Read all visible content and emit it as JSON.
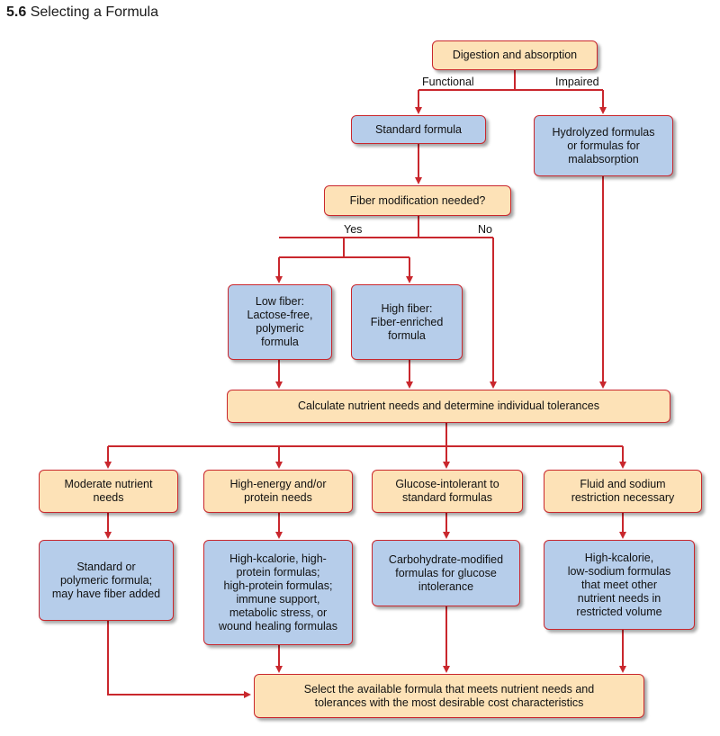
{
  "figure": {
    "number": "5.6",
    "title": "Selecting a Formula"
  },
  "colors": {
    "decision_fill": "#fde2b7",
    "formula_fill": "#b6cdea",
    "border_and_arrows": "#c9272d"
  },
  "nodes": {
    "digestion": "Digestion and absorption",
    "standard": "Standard formula",
    "hydrolyzed": "Hydrolyzed formulas\nor formulas for\nmalabsorption",
    "fiber_question": "Fiber modification needed?",
    "low_fiber": "Low fiber:\nLactose-free,\npolymeric\nformula",
    "high_fiber": "High fiber:\nFiber-enriched\nformula",
    "calculate": "Calculate nutrient needs and determine individual tolerances",
    "moderate": "Moderate nutrient\nneeds",
    "high_energy": "High-energy and/or\nprotein needs",
    "glucose_intolerant": "Glucose-intolerant to\nstandard formulas",
    "fluid_sodium": "Fluid and sodium\nrestriction necessary",
    "standard_polymeric": "Standard or\npolymeric formula;\nmay have fiber added",
    "high_kcal_protein": "High-kcalorie, high-\nprotein formulas;\nhigh-protein formulas;\nimmune support,\nmetabolic stress, or\nwound healing formulas",
    "carb_modified": "Carbohydrate-modified\nformulas for glucose\nintolerance",
    "low_sodium": "High-kcalorie,\nlow-sodium formulas\nthat meet other\nnutrient needs in\nrestricted volume",
    "select": "Select the available formula that meets nutrient needs and\ntolerances with the most desirable cost characteristics"
  },
  "edge_labels": {
    "functional": "Functional",
    "impaired": "Impaired",
    "yes": "Yes",
    "no": "No"
  }
}
